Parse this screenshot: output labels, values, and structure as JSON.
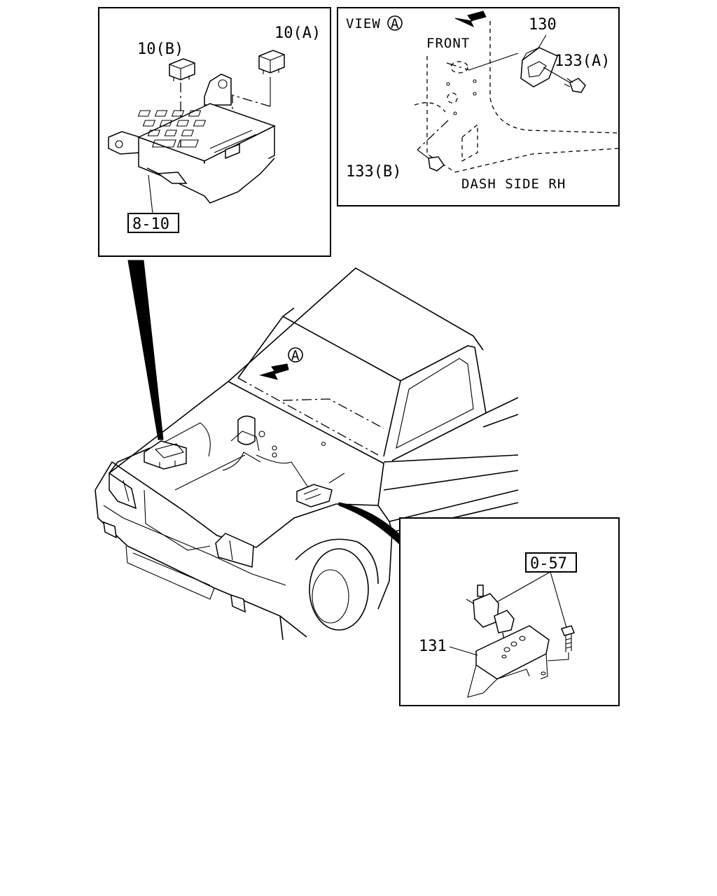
{
  "callouts": {
    "relay_b": "10(B)",
    "relay_a": "10(A)",
    "ref_fuse_box": "8-10",
    "view_title": "VIEW",
    "view_marker": "A",
    "front": "FRONT",
    "part_130": "130",
    "part_133a": "133(A)",
    "part_133b": "133(B)",
    "dash_side": "DASH SIDE RH",
    "truck_view_marker": "A",
    "ref_bracket": "0-57",
    "part_131": "131"
  }
}
